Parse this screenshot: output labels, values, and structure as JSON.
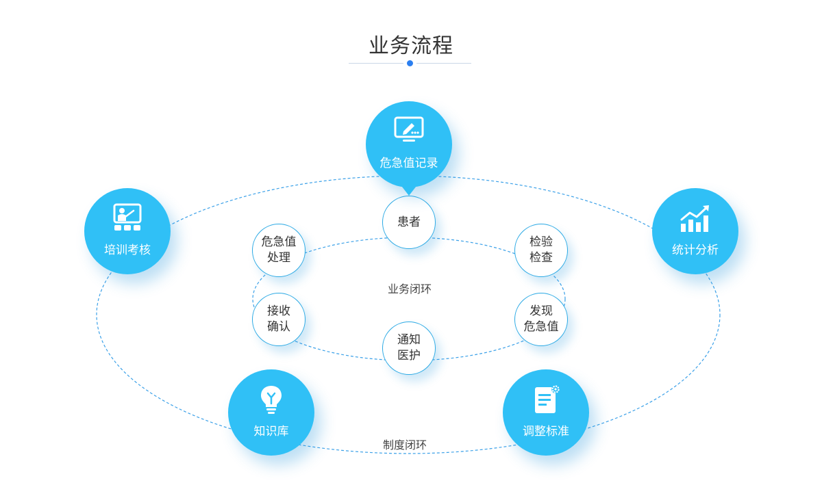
{
  "title": "业务流程",
  "center_label": "业务闭环",
  "outer_label": "制度闭环",
  "outer_nodes": {
    "record": {
      "label": "危急值记录",
      "icon": "monitor-pen-icon"
    },
    "training": {
      "label": "培训考核",
      "icon": "presentation-board-icon"
    },
    "stats": {
      "label": "统计分析",
      "icon": "bar-chart-up-icon"
    },
    "knowledge": {
      "label": "知识库",
      "icon": "lightbulb-icon"
    },
    "standard": {
      "label": "调整标准",
      "icon": "document-gear-icon"
    }
  },
  "inner_nodes": {
    "patient": {
      "lines": [
        "患者"
      ]
    },
    "handle": {
      "lines": [
        "危急值",
        "处理"
      ]
    },
    "inspect": {
      "lines": [
        "检验",
        "检查"
      ]
    },
    "receive": {
      "lines": [
        "接收",
        "确认"
      ]
    },
    "discover": {
      "lines": [
        "发现",
        "危急值"
      ]
    },
    "notify": {
      "lines": [
        "通知",
        "医护"
      ]
    }
  },
  "colors": {
    "node_fill": "#30c0f6",
    "ring_stroke": "#3aa0e8",
    "accent_dot": "#2b7ff0",
    "text": "#333333"
  }
}
